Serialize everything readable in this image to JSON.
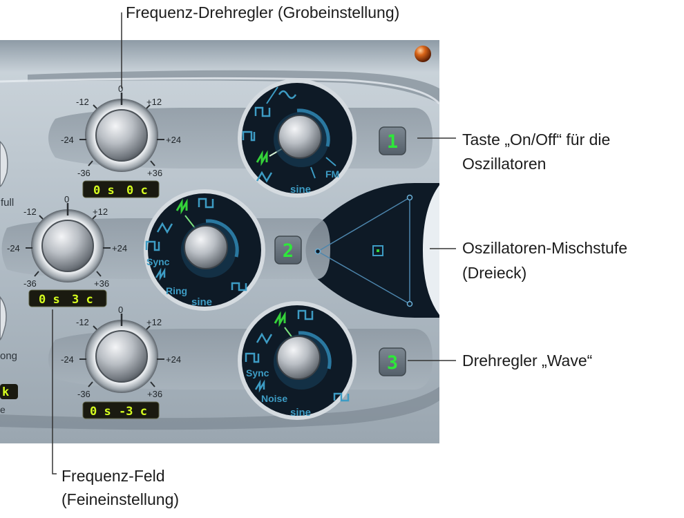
{
  "callouts": {
    "coarse_freq": "Frequenz-Drehregler (Grobeinstellung)",
    "onoff_line1": "Taste „On/Off“ für die",
    "onoff_line2": "Oszillatoren",
    "mixer_line1": "Oszillatoren-Mischstufe",
    "mixer_line2": "(Dreieck)",
    "wave": "Drehregler „Wave“",
    "fine_line1": "Frequenz-Feld",
    "fine_line2": "(Feineinstellung)"
  },
  "oscillators": [
    {
      "number": "1",
      "scale": {
        "top": "0",
        "minus12": "-12",
        "plus12": "+12",
        "minus24": "-24",
        "plus24": "+24",
        "minus36": "-36",
        "plus36": "+36"
      },
      "lcd": {
        "semitones": "0 s",
        "cents": "0 c"
      },
      "wave_labels": {
        "bottom": "sine",
        "right": "FM"
      }
    },
    {
      "number": "2",
      "scale": {
        "top": "0",
        "minus12": "-12",
        "plus12": "+12",
        "minus24": "-24",
        "plus24": "+24",
        "minus36": "-36",
        "plus36": "+36"
      },
      "lcd": {
        "semitones": "0 s",
        "cents": "3 c"
      },
      "wave_labels": {
        "bottom": "sine",
        "sync": "Sync",
        "ring": "Ring"
      }
    },
    {
      "number": "3",
      "scale": {
        "top": "0",
        "minus12": "-12",
        "plus12": "+12",
        "minus24": "-24",
        "plus24": "+24",
        "minus36": "-36",
        "plus36": "+36"
      },
      "lcd": {
        "semitones": "0 s",
        "cents": "-3 c"
      },
      "wave_labels": {
        "bottom": "sine",
        "sync": "Sync",
        "noise": "Noise"
      }
    }
  ],
  "left_edge": {
    "full_label": "full",
    "long_label": "ong",
    "lcd_fragment": "k",
    "small_fragment": "e"
  },
  "colors": {
    "panel": "#b8c3cc",
    "dark_display": "#0e1a26",
    "wave_symbol": "#3d9cc4",
    "wave_active": "#35d23a",
    "lcd_bg": "#1a1a10",
    "lcd_text": "#d6ff20",
    "button_digit": "#2ee83a",
    "led": "#c85010"
  },
  "icons": [
    "power-led-icon",
    "sawtooth-wave-icon",
    "square-wave-icon",
    "pulse-wave-icon",
    "triangle-wave-icon",
    "sine-wave-icon"
  ]
}
